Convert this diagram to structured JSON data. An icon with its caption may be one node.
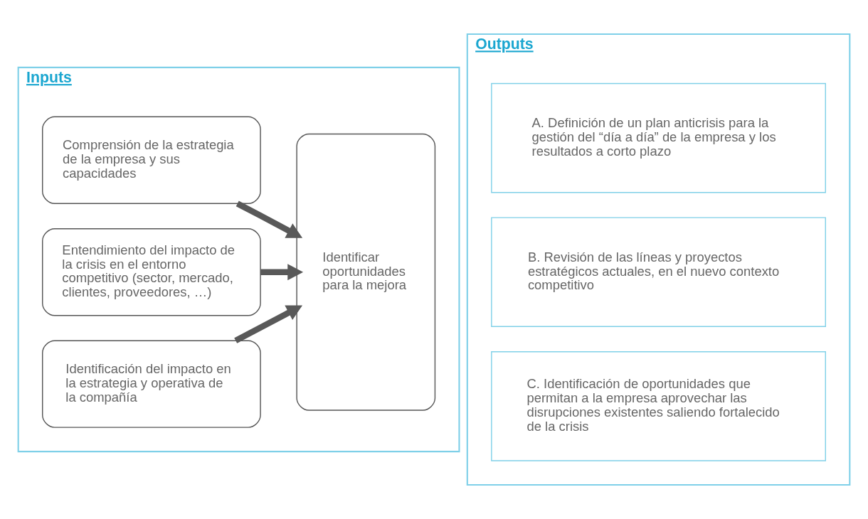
{
  "diagram": {
    "nodes": [
      {
        "text": [
          "Inputs"
        ]
      },
      {
        "text": [
          "Comprensión de la estrategia de la empresa y sus capacidades"
        ],
        "in": 0
      },
      {
        "text": [
          "Entendimiento del impacto de la crisis en el entorno competitivo (sector, mercado, clientes, proveedores, …)"
        ],
        "in": 0
      },
      {
        "text": [
          "Identificación del impacto en la estrategia y operativa de la compañía"
        ],
        "in": 0
      },
      {
        "text": [
          "Identificar oportunidades para la mejora"
        ],
        "in": 0
      },
      {
        "text": [
          "Outputs"
        ]
      },
      {
        "text": [
          "A. Definición de un plan anticrisis para la gestión del “día a día” de la empresa y los resultados a corto plazo"
        ],
        "in": 5
      },
      {
        "text": [
          "B. Revisión de las líneas y proyectos estratégicos actuales, en el nuevo contexto competitivo"
        ],
        "in": 5
      },
      {
        "text": [
          "C. Identificación de oportunidades que permitan a la empresa aprovechar las disrupciones existentes saliendo fortalecido de la crisis"
        ],
        "in": 5
      }
    ],
    "edges": [
      {
        "from": 1,
        "to": 4,
        "arrow": "to"
      },
      {
        "from": 2,
        "to": 4,
        "arrow": "to"
      },
      {
        "from": 3,
        "to": 4,
        "arrow": "to"
      }
    ]
  }
}
